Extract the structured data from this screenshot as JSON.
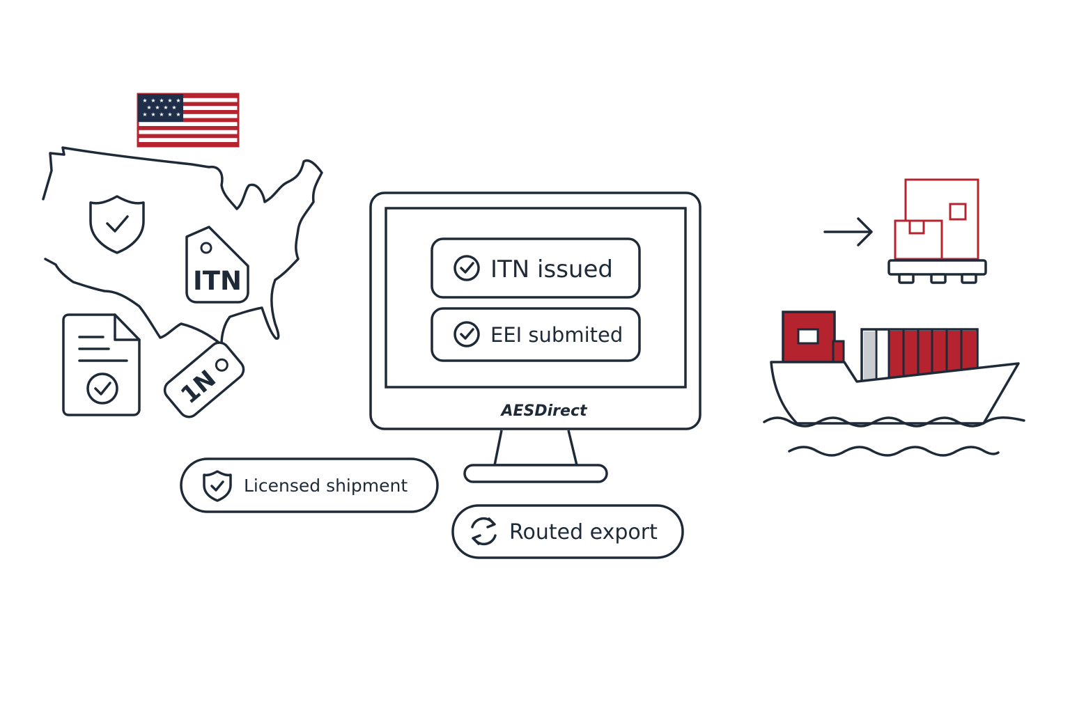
{
  "colors": {
    "ink": "#1e2a38",
    "accent_red": "#b5232f",
    "flag_blue": "#1f2f4a",
    "container_grey": "#c9cdd2",
    "background": "#ffffff"
  },
  "map_tag": {
    "label": "ITN"
  },
  "small_tag": {
    "label": "1N"
  },
  "monitor": {
    "brand": "AESDirect",
    "status_items": [
      {
        "label": "ITN issued",
        "icon": "check-circle-icon"
      },
      {
        "label": "EEI submited",
        "icon": "check-circle-icon"
      }
    ]
  },
  "pills": {
    "licensed": {
      "label": "Licensed shipment",
      "icon": "shield-check-icon"
    },
    "routed": {
      "label": "Routed export",
      "icon": "refresh-icon"
    }
  },
  "icons": [
    "us-flag-icon",
    "us-map-icon",
    "shield-check-icon",
    "document-check-icon",
    "arrow-right-icon",
    "pallet-boxes-icon",
    "cargo-ship-icon",
    "waves-icon"
  ]
}
